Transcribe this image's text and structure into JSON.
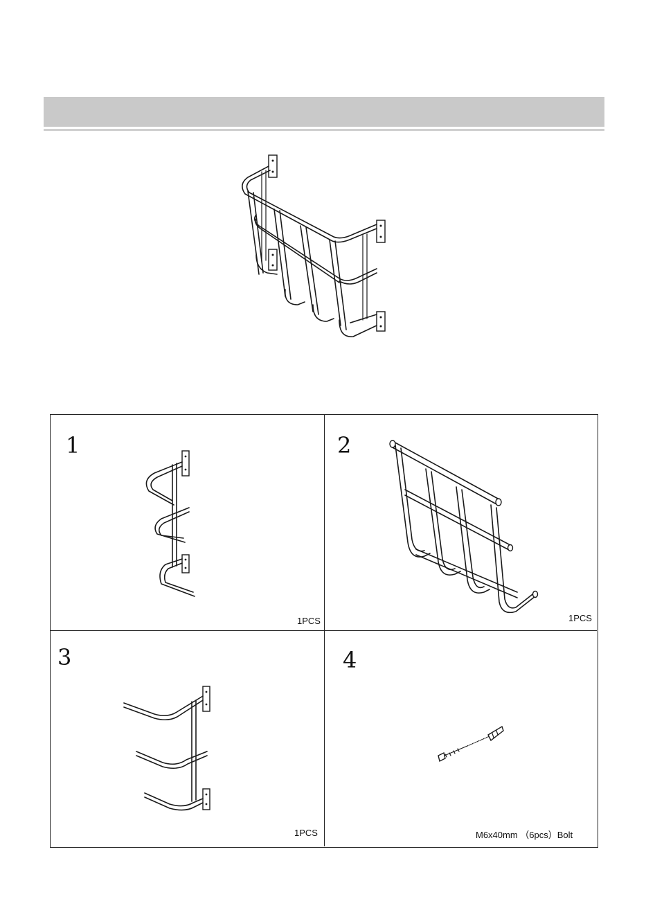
{
  "parts": [
    {
      "number": "1",
      "quantity": "1PCS",
      "icon": "side-frame-left-icon"
    },
    {
      "number": "2",
      "quantity": "1PCS",
      "icon": "front-grid-frame-icon"
    },
    {
      "number": "3",
      "quantity": "1PCS",
      "icon": "side-frame-right-icon"
    },
    {
      "number": "4",
      "quantity": "M6x40mm （6pcs）Bolt",
      "icon": "bolt-icon"
    }
  ]
}
